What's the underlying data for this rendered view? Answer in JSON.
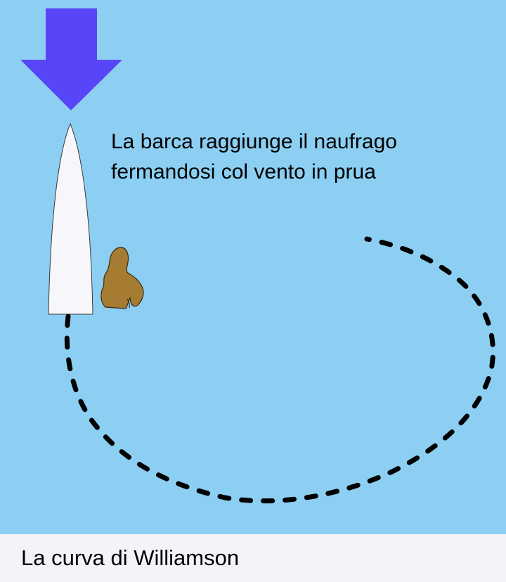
{
  "scene": {
    "annotation": {
      "line1": "La barca raggiunge il naufrago",
      "line2": "fermandosi col vento in prua"
    },
    "colors": {
      "water": "#8ccff2",
      "wind_arrow": "#5845f7",
      "boat": "#f7f7fb",
      "person": "#a67c32",
      "path": "#000000"
    },
    "icons": {
      "wind": "down-arrow-icon",
      "boat": "boat-hull-icon",
      "person": "person-in-water-icon"
    }
  },
  "caption": "La curva di Williamson"
}
